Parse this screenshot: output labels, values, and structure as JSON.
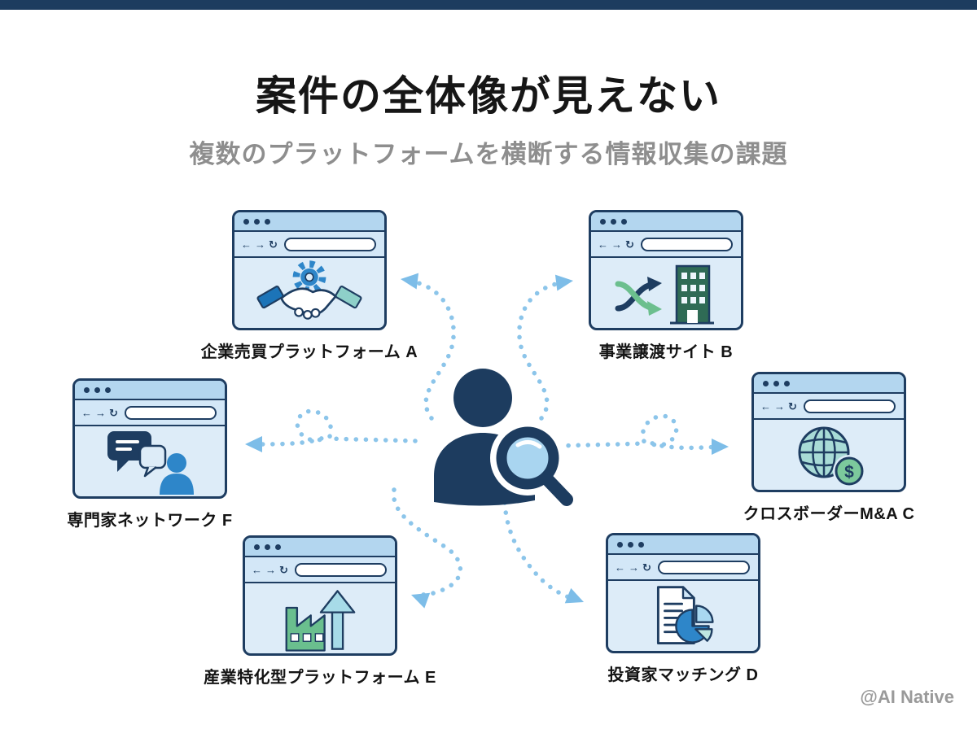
{
  "slide": {
    "title": "案件の全体像が見えない",
    "subtitle": "複数のプラットフォームを横断する情報収集の課題",
    "watermark": "@AI Native"
  },
  "browser_chrome": {
    "back_icon": "←",
    "forward_icon": "→",
    "reload_icon": "↻"
  },
  "center_figure": {
    "name": "person-searching-with-magnifier"
  },
  "platforms": [
    {
      "id": "A",
      "label": "企業売買プラットフォーム A",
      "icon": "gear-handshake-icon",
      "position": "top-left"
    },
    {
      "id": "B",
      "label": "事業譲渡サイト B",
      "icon": "transfer-building-icon",
      "position": "top-right"
    },
    {
      "id": "F",
      "label": "専門家ネットワーク F",
      "icon": "chat-person-icon",
      "position": "middle-left"
    },
    {
      "id": "C",
      "label": "クロスボーダーM&A C",
      "icon": "globe-currency-icon",
      "position": "middle-right"
    },
    {
      "id": "E",
      "label": "産業特化型プラットフォーム E",
      "icon": "factory-growth-icon",
      "position": "bottom-left"
    },
    {
      "id": "D",
      "label": "投資家マッチング D",
      "icon": "document-pie-icon",
      "position": "bottom-right"
    }
  ],
  "colors": {
    "top_bar": "#1d3c5f",
    "outline_navy": "#1e3d61",
    "window_title_bar": "#b3d6ef",
    "window_nav_bar": "#d3e7f7",
    "window_body": "#ddecf8",
    "arrow_dots": "#8cc5ea",
    "subtitle_gray": "#8e8e8e",
    "accent_blue": "#2e86c9",
    "accent_green": "#6cbf8e",
    "accent_teal": "#a8dbd6"
  }
}
